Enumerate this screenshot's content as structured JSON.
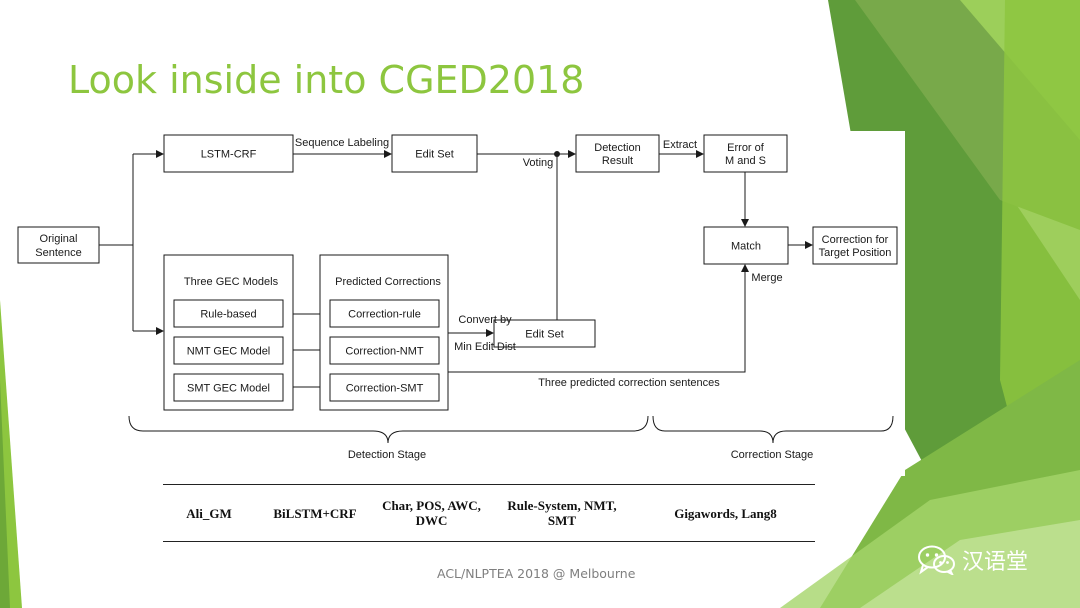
{
  "slide": {
    "title": "Look inside into CGED2018",
    "footer": "ACL/NLPTEA 2018 @ Melbourne",
    "brand": "汉语堂",
    "brand_icon": "wechat-icon",
    "accent_color": "#8dc63f"
  },
  "diagram": {
    "nodes": {
      "original": [
        "Original",
        "Sentence"
      ],
      "lstm_crf": "LSTM-CRF",
      "edit_set_top": "Edit Set",
      "detection_result": [
        "Detection",
        "Result"
      ],
      "error_ms": [
        "Error of",
        "M and S"
      ],
      "match": "Match",
      "correction_target": [
        "Correction for",
        "Target Position"
      ],
      "three_gec_models": "Three GEC Models",
      "rule_based": "Rule-based",
      "nmt_gec": "NMT GEC Model",
      "smt_gec": "SMT GEC Model",
      "predicted_corrections": "Predicted Corrections",
      "correction_rule": "Correction-rule",
      "correction_nmt": "Correction-NMT",
      "correction_smt": "Correction-SMT",
      "edit_set_bottom": "Edit Set"
    },
    "edge_labels": {
      "sequence_labeling": "Sequence Labeling",
      "voting": "Voting",
      "extract": "Extract",
      "convert_by": "Convert by",
      "min_edit_dist": "Min Edit Dist",
      "merge": "Merge",
      "three_predicted": "Three predicted correction sentences"
    },
    "stages": {
      "detection": "Detection Stage",
      "correction": "Correction Stage"
    }
  },
  "table": {
    "cells": [
      [
        "Ali_GM"
      ],
      [
        "BiLSTM+CRF"
      ],
      [
        "Char, POS, AWC,",
        "DWC"
      ],
      [
        "Rule-System, NMT,",
        "SMT"
      ],
      [
        "Gigawords, Lang8"
      ]
    ]
  }
}
